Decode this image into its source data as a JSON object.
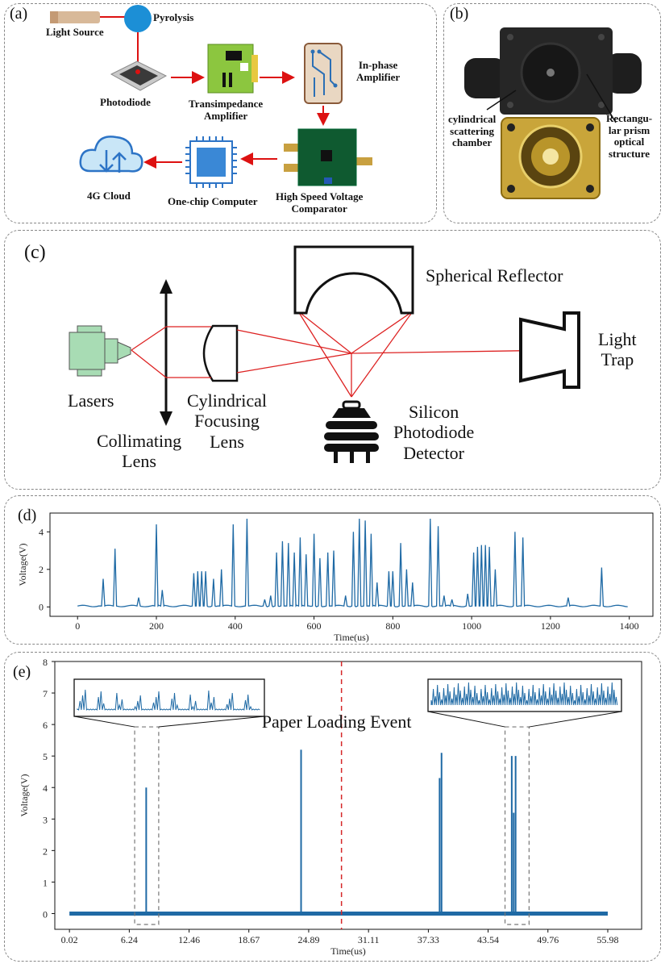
{
  "panels": {
    "a": {
      "label": "(a)",
      "blocks": {
        "light_source": "Light Source",
        "pyrolysis": "Pyrolysis",
        "photodiode": "Photodiode",
        "transimpedance": "Transimpedance\nAmplifier",
        "inphase": "In-phase\nAmplifier",
        "comparator": "High Speed Voltage\nComparator",
        "onechip": "One-chip Computer",
        "cloud": "4G Cloud"
      }
    },
    "b": {
      "label": "(b)",
      "left_caption": "cylindrical\nscattering\nchamber",
      "right_caption": "Rectangu-\nlar prism\noptical\nstructure"
    },
    "c": {
      "label": "(c)",
      "lasers": "Lasers",
      "collimating": "Collimating\nLens",
      "cylindrical": "Cylindrical\nFocusing\nLens",
      "reflector": "Spherical Reflector",
      "detector": "Silicon\nPhotodiode\nDetector",
      "trap": "Light\nTrap"
    },
    "d": {
      "label": "(d)"
    },
    "e": {
      "label": "(e)"
    }
  },
  "chart_data": [
    {
      "type": "line",
      "panel": "d",
      "xlabel": "Time(us)",
      "ylabel": "Voltage(V)",
      "xlim": [
        -70,
        1460
      ],
      "ylim": [
        -0.5,
        5
      ],
      "xticks": [
        0,
        200,
        400,
        600,
        800,
        1000,
        1200,
        1400
      ],
      "yticks": [
        0,
        2,
        4
      ],
      "series_color": "#1f6aa5",
      "peaks": [
        [
          65,
          1.5
        ],
        [
          95,
          3.1
        ],
        [
          155,
          0.5
        ],
        [
          200,
          4.4
        ],
        [
          215,
          0.9
        ],
        [
          295,
          1.8
        ],
        [
          305,
          1.9
        ],
        [
          315,
          1.9
        ],
        [
          325,
          1.9
        ],
        [
          345,
          1.5
        ],
        [
          365,
          2.0
        ],
        [
          395,
          4.4
        ],
        [
          430,
          4.7
        ],
        [
          475,
          0.4
        ],
        [
          490,
          0.6
        ],
        [
          505,
          2.9
        ],
        [
          520,
          3.5
        ],
        [
          535,
          3.4
        ],
        [
          550,
          2.9
        ],
        [
          565,
          3.7
        ],
        [
          580,
          2.8
        ],
        [
          600,
          3.9
        ],
        [
          615,
          2.6
        ],
        [
          635,
          2.9
        ],
        [
          650,
          3.0
        ],
        [
          680,
          0.6
        ],
        [
          700,
          4.0
        ],
        [
          715,
          4.7
        ],
        [
          730,
          4.6
        ],
        [
          745,
          3.9
        ],
        [
          760,
          1.3
        ],
        [
          790,
          1.9
        ],
        [
          800,
          1.9
        ],
        [
          820,
          3.4
        ],
        [
          835,
          2.0
        ],
        [
          850,
          1.3
        ],
        [
          895,
          4.7
        ],
        [
          915,
          4.3
        ],
        [
          930,
          0.6
        ],
        [
          950,
          0.4
        ],
        [
          990,
          0.7
        ],
        [
          1005,
          2.9
        ],
        [
          1015,
          3.2
        ],
        [
          1025,
          3.3
        ],
        [
          1035,
          3.3
        ],
        [
          1045,
          3.2
        ],
        [
          1060,
          2.0
        ],
        [
          1110,
          4.0
        ],
        [
          1130,
          3.7
        ],
        [
          1245,
          0.5
        ],
        [
          1330,
          2.1
        ]
      ]
    },
    {
      "type": "line",
      "panel": "e",
      "title": "Paper Loading Event",
      "xlabel": "Time(us)",
      "ylabel": "Voltage(V)",
      "xlim": [
        -1.5,
        59.5
      ],
      "ylim": [
        -0.5,
        8
      ],
      "xticks": [
        0.02,
        6.24,
        12.46,
        18.67,
        24.89,
        31.11,
        37.33,
        43.54,
        49.76,
        55.98
      ],
      "xtick_labels": [
        "0.02",
        "6.24",
        "12.46",
        "18.67",
        "24.89",
        "31.11",
        "37.33",
        "43.54",
        "49.76",
        "55.98"
      ],
      "yticks": [
        0,
        1,
        2,
        3,
        4,
        5,
        6,
        7,
        8
      ],
      "event_line_x": 28.3,
      "series_color": "#1f6aa5",
      "event_color": "#d62728",
      "spikes": [
        [
          8.0,
          4.0
        ],
        [
          24.1,
          5.2
        ],
        [
          38.5,
          4.3
        ],
        [
          38.7,
          5.1
        ],
        [
          46.0,
          5.0
        ],
        [
          46.2,
          3.2
        ],
        [
          46.4,
          5.0
        ]
      ],
      "zoom_windows": [
        [
          6.8,
          9.3
        ],
        [
          45.3,
          47.8
        ]
      ]
    }
  ]
}
